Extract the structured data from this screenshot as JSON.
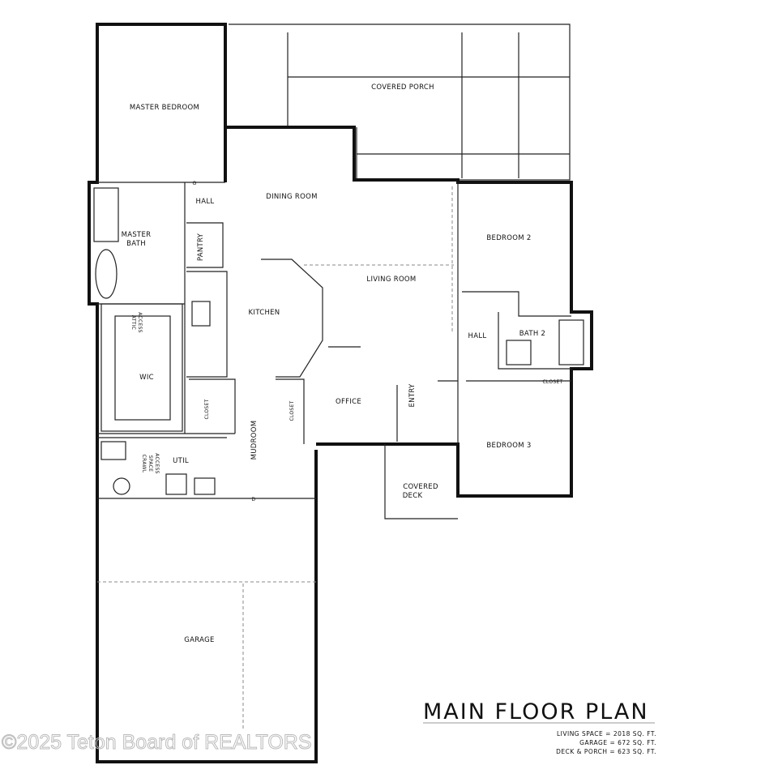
{
  "title": "MAIN FLOOR PLAN",
  "areas": [
    "LIVING SPACE = 2018 SQ. FT.",
    "GARAGE = 672 SQ. FT.",
    "DECK & PORCH = 623 SQ. FT."
  ],
  "watermark": "©2025 Teton Board of REALTORS",
  "rooms": {
    "master_bedroom": "MASTER BEDROOM",
    "covered_porch": "COVERED PORCH",
    "hall_1": "HALL",
    "dining_room": "DINING ROOM",
    "master_bath_1": "MASTER",
    "master_bath_2": "BATH",
    "pantry": "PANTRY",
    "bedroom_2": "BEDROOM 2",
    "living_room": "LIVING ROOM",
    "kitchen": "KITCHEN",
    "attic_1": "ATTIC",
    "attic_2": "ACCESS",
    "hall_2": "HALL",
    "bath_2": "BATH 2",
    "wic": "WIC",
    "closet_bed": "CLOSET",
    "office": "OFFICE",
    "entry": "ENTRY",
    "closet_1": "CLOSET",
    "closet_2": "CLOSET",
    "mudroom": "MUDROOM",
    "crawl_1": "CRAWL",
    "crawl_2": "SPACE",
    "crawl_3": "ACCESS",
    "util": "UTIL",
    "bedroom_3": "BEDROOM 3",
    "covered_deck_1": "COVERED",
    "covered_deck_2": "DECK",
    "garage": "GARAGE",
    "dryer": "D",
    "gas": "G"
  }
}
